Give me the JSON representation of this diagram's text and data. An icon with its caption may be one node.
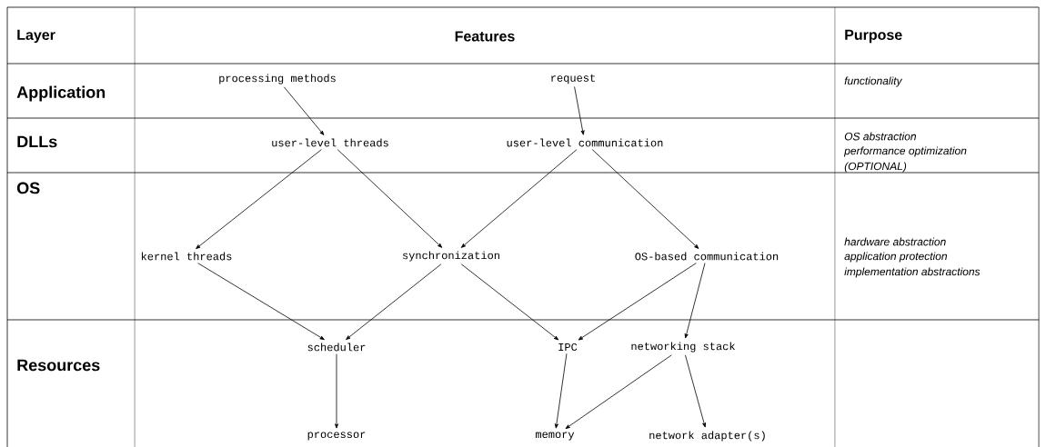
{
  "diagram": {
    "nodes": [
      {
        "text": [
          "processing methods"
        ]
      },
      {
        "text": [
          "request"
        ]
      },
      {
        "text": [
          "user-level threads"
        ]
      },
      {
        "text": [
          "user-level communication"
        ]
      },
      {
        "text": [
          "kernel threads"
        ]
      },
      {
        "text": [
          "synchronization"
        ]
      },
      {
        "text": [
          "OS-based communication"
        ]
      },
      {
        "text": [
          "scheduler"
        ]
      },
      {
        "text": [
          "IPC"
        ]
      },
      {
        "text": [
          "networking stack"
        ]
      },
      {
        "text": [
          "processor"
        ]
      },
      {
        "text": [
          "memory"
        ]
      },
      {
        "text": [
          "network adapter(s)"
        ]
      }
    ],
    "edges": [
      {
        "from": 0,
        "to": 2,
        "arrow": "to"
      },
      {
        "from": 1,
        "to": 3,
        "arrow": "to"
      },
      {
        "from": 2,
        "to": 4,
        "arrow": "to"
      },
      {
        "from": 2,
        "to": 5,
        "arrow": "to"
      },
      {
        "from": 3,
        "to": 5,
        "arrow": "to"
      },
      {
        "from": 3,
        "to": 6,
        "arrow": "to"
      },
      {
        "from": 4,
        "to": 7,
        "arrow": "to"
      },
      {
        "from": 5,
        "to": 7,
        "arrow": "to"
      },
      {
        "from": 5,
        "to": 8,
        "arrow": "to"
      },
      {
        "from": 6,
        "to": 8,
        "arrow": "to"
      },
      {
        "from": 6,
        "to": 9,
        "arrow": "to"
      },
      {
        "from": 7,
        "to": 10,
        "arrow": "to"
      },
      {
        "from": 8,
        "to": 11,
        "arrow": "to"
      },
      {
        "from": 9,
        "to": 11,
        "arrow": "to"
      },
      {
        "from": 9,
        "to": 12,
        "arrow": "to"
      }
    ],
    "labels": [
      "Layer",
      "Features",
      "Purpose",
      "Application",
      "functionality",
      "DLLs",
      "OS abstraction",
      "performance optimization",
      "(OPTIONAL)",
      "OS",
      "hardware abstraction",
      "application protection",
      "implementation abstractions",
      "Resources"
    ]
  }
}
